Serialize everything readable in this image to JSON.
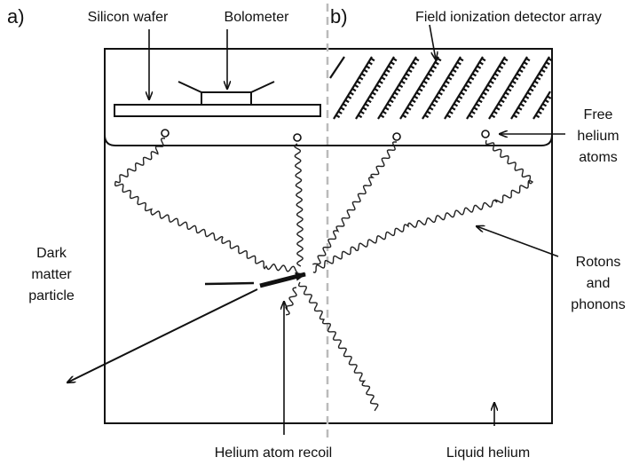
{
  "panels": {
    "left": "a)",
    "right": "b)"
  },
  "labels": {
    "silicon_wafer": "Silicon wafer",
    "bolometer": "Bolometer",
    "field_array": "Field ionization detector array",
    "free_helium": [
      "Free",
      "helium",
      "atoms"
    ],
    "dark_matter": [
      "Dark",
      "matter",
      "particle"
    ],
    "rotons": [
      "Rotons",
      "and",
      "phonons"
    ],
    "recoil": "Helium atom recoil",
    "liquid_helium": "Liquid helium"
  }
}
